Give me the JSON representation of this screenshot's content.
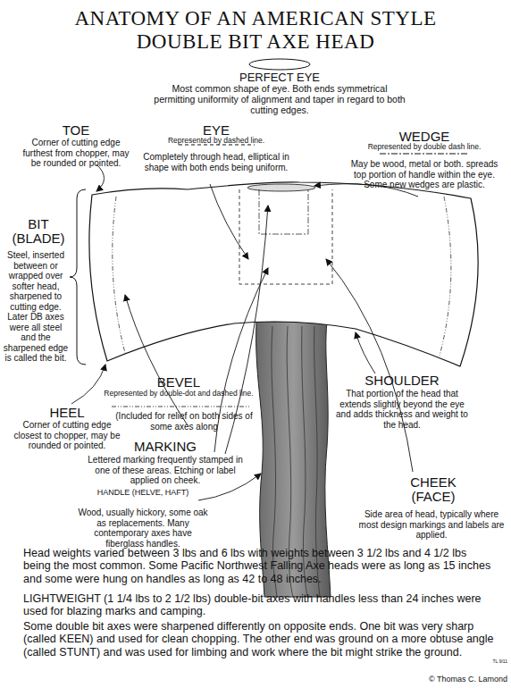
{
  "diagram": {
    "title": "ANATOMY OF AN AMERICAN STYLE DOUBLE BIT AXE HEAD",
    "labels": [
      "PERFECT EYE",
      "Most common shape of eye. Both ends symmetrical permitting uniformity of alignment and taper in regard to both cutting edges.",
      "TOE",
      "Corner of cutting edge furthest from chopper, may be rounded or pointed.",
      "EYE",
      "Represented by dashed line.",
      "Completely through head, elliptical in shape with both ends being uniform.",
      "WEDGE",
      "Represented by double dash line.",
      "May be wood, metal or both. spreads top portion of handle within the eye. Some new wedges are plastic.",
      "BIT (BLADE)",
      "Steel, inserted between or wrapped over softer head, sharpened to cutting edge. Later DB axes were all steel and the sharpened edge is called the bit.",
      "BEVEL",
      "Represented by double-dot and dashed line.",
      "(Included for relief on both sides of some axes along",
      "HEEL",
      "Corner of cutting edge closest to chopper, may be rounded or pointed.",
      "MARKING",
      "Lettered marking frequently stamped in one of these areas. Etching or label applied on cheek.",
      "HANDLE (HELVE, HAFT)",
      "Wood, usually hickory, some oak as replacements. Many contemporary axes have fiberglass handles.",
      "SHOULDER",
      "That portion of the head that extends slightly beyond the eye and adds thickness and weight to the head.",
      "CHEEK (FACE)",
      "Side area of head, typically where most design markings and labels are applied.",
      "Head weights varied between 3 lbs and 6 lbs with weights between 3 1/2 lbs and 4 1/2 lbs being the most common. Some Pacific Northwest Falling Axe heads were as long as 15 inches and some were hung on handles as long as 42 to 48 inches.",
      "LIGHTWEIGHT (1 1/4 lbs to 2 1/2 lbs) double-bit axes with handles less than 24 inches were used for blazing marks and camping.",
      "Some double bit axes were sharpened differently on opposite ends. One bit was very sharp (called KEEN) and used for clean chopping. The other end was ground on a more obtuse angle (called STUNT) and was used for limbing and work where the bit might strike the ground.",
      "TL.9/11",
      "© Thomas C. Lamond"
    ]
  }
}
